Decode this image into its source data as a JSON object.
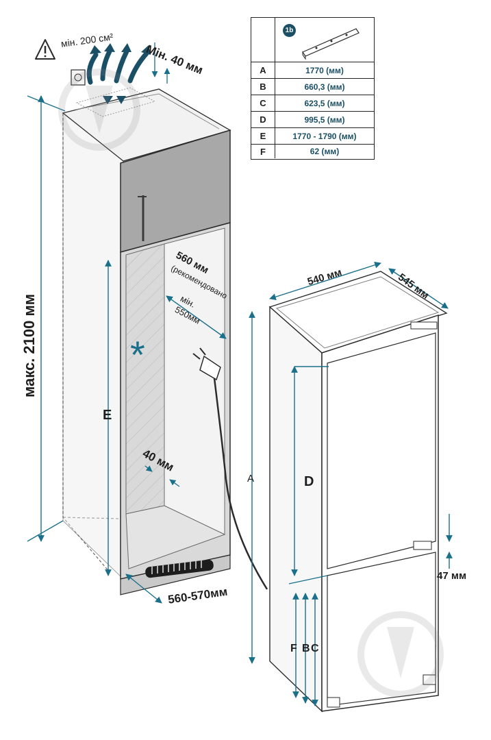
{
  "colors": {
    "dimension": "#1a6f8a",
    "table_value": "#1a4f66",
    "cabinet_fill": "#d9d9d9",
    "door_fill": "#a8a8a8",
    "outline": "#2b2b2b"
  },
  "labels": {
    "ventilation_min": "мін. 200 см²",
    "top_gap": "Мін. 40 мм",
    "max_height": "макс. 2100 мм",
    "depth_recommended_line1": "560 мм",
    "depth_recommended_line2": "(рекомендовано",
    "depth_min_line1": "мін.",
    "depth_min_line2": "550мм",
    "side_gap": "40 мм",
    "width": "560-570мм",
    "dim_E": "E",
    "dim_A": "A",
    "dim_D": "D",
    "dim_F": "F",
    "dim_B": "B",
    "dim_C": "C",
    "fridge_width": "540 мм",
    "fridge_depth": "545 мм",
    "gap_47": "47 мм",
    "asterisk": "*"
  },
  "table": {
    "header_badge": "1b",
    "rows": [
      {
        "key": "A",
        "value": "1770 (мм)"
      },
      {
        "key": "B",
        "value": "660,3 (мм)"
      },
      {
        "key": "C",
        "value": "623,5 (мм)"
      },
      {
        "key": "D",
        "value": "995,5 (мм)"
      },
      {
        "key": "E",
        "value": "1770 - 1790 (мм)"
      },
      {
        "key": "F",
        "value": "62 (мм)"
      }
    ]
  }
}
